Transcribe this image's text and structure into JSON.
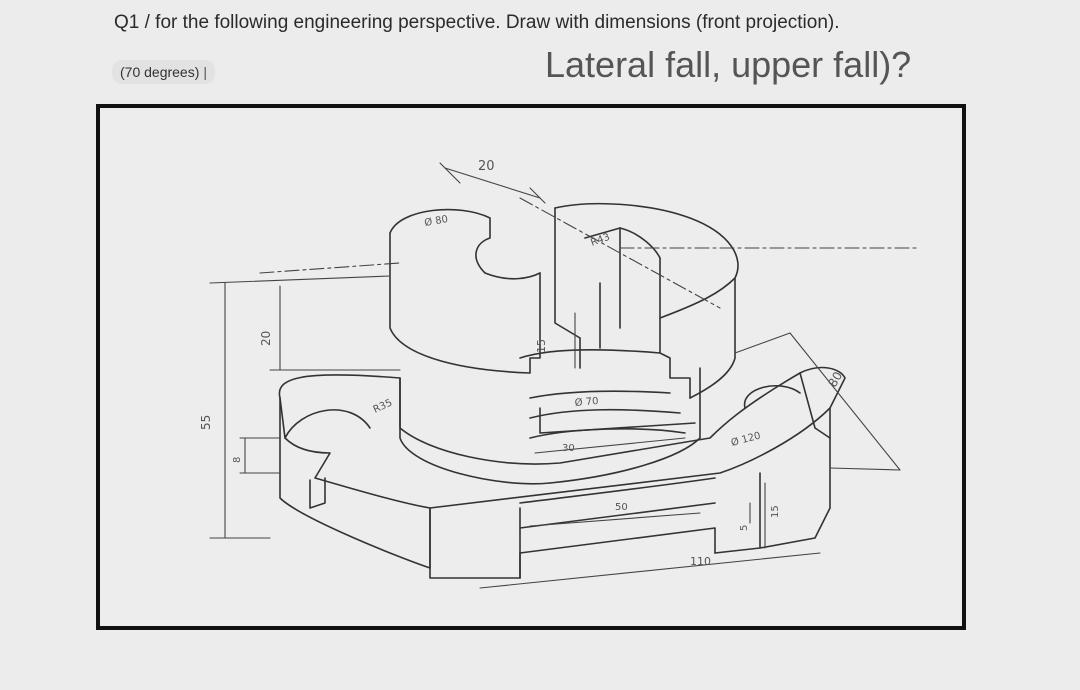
{
  "header": {
    "question": "Q1 / for the following engineering perspective. Draw with dimensions (front projection).",
    "tag": "(70 degrees)",
    "subtitle": "Lateral fall, upper fall)?"
  },
  "drawing": {
    "dims": {
      "d20_top": "20",
      "d_phi80": "Ø 80",
      "d_r43": "R43",
      "d20_left": "20",
      "d55": "55",
      "d8": "8",
      "d_r35": "R35",
      "d15_mid": "15",
      "d_phi70": "Ø 70",
      "d30": "30",
      "d_phi120": "Ø 120",
      "d80": "80",
      "d50": "50",
      "d5": "5",
      "d15_right": "15",
      "d110": "110"
    }
  }
}
